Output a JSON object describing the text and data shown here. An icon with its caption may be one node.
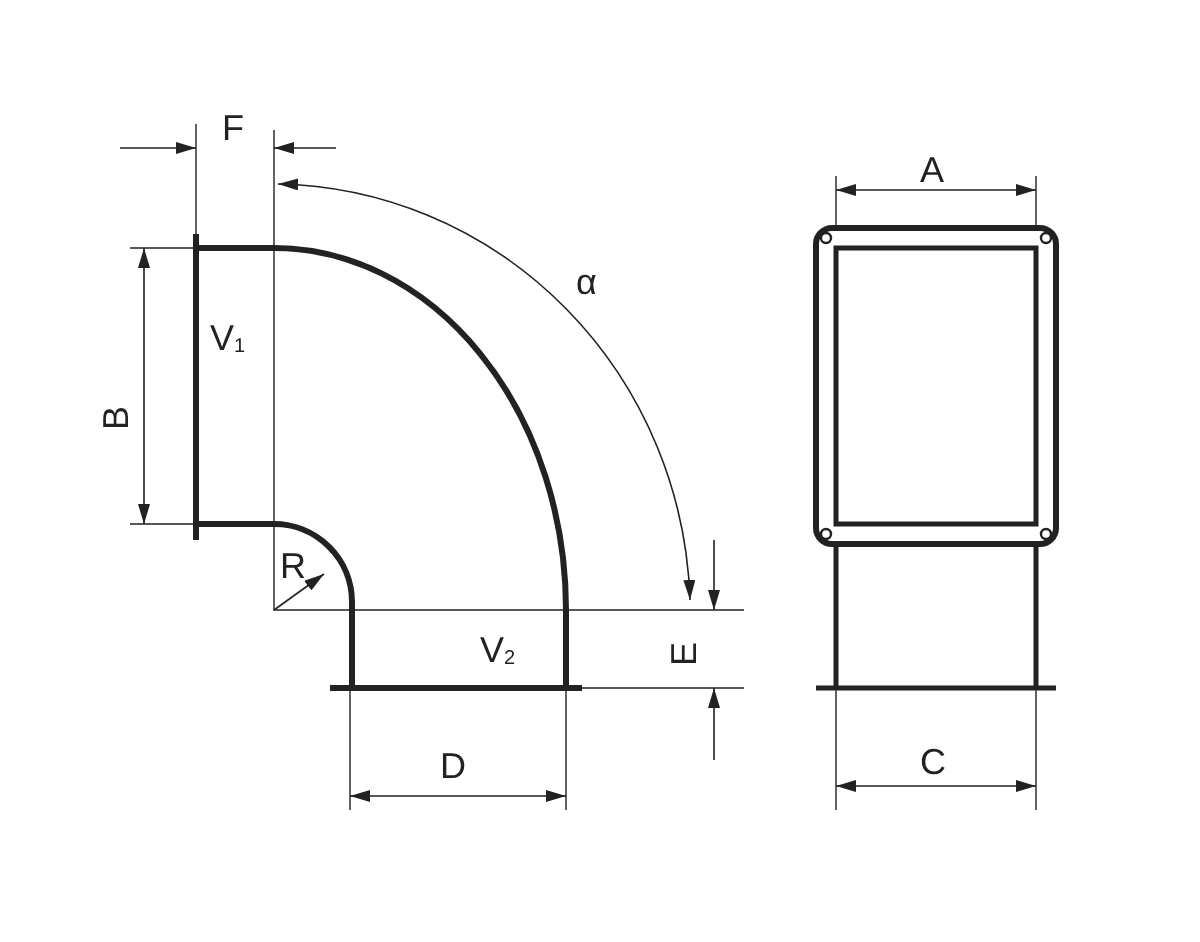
{
  "diagram": {
    "labels": [
      "F",
      "A",
      "α",
      "V$_{1}$",
      "B",
      "R",
      "E",
      "V$_{2}$",
      "D",
      "C"
    ]
  }
}
